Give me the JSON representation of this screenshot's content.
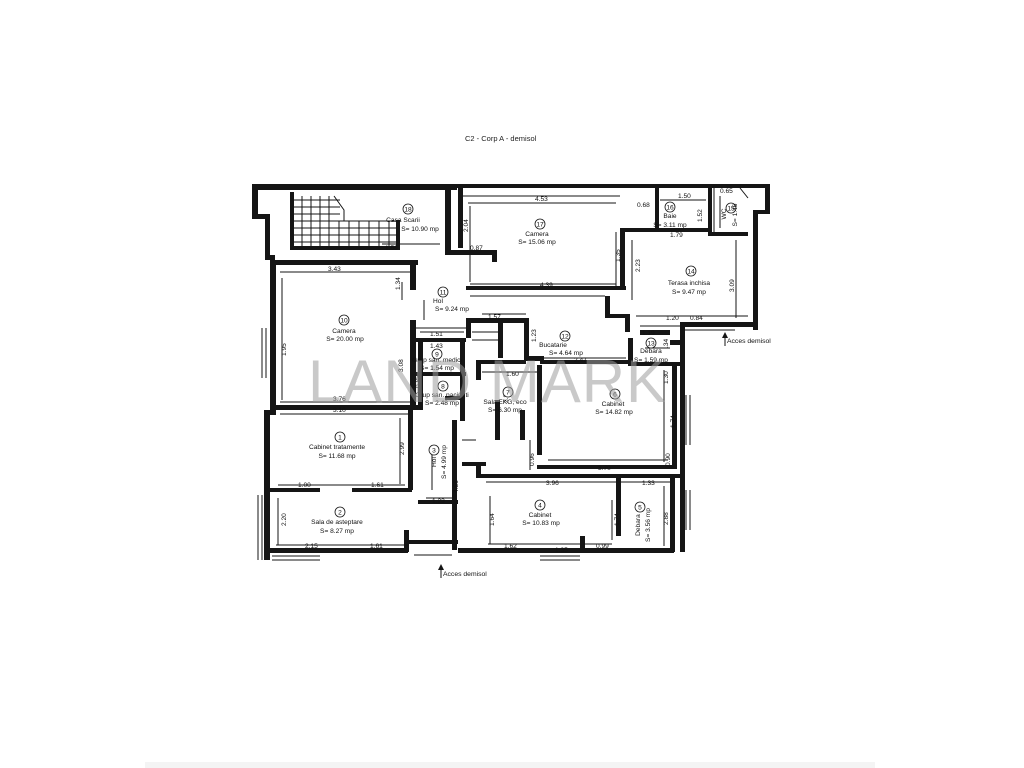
{
  "title": "C2 - Corp A - demisol",
  "watermark": "LAND MARK",
  "access_label_1": "Acces demisol",
  "access_label_2": "Acces demisol",
  "rooms": [
    {
      "no": "1",
      "name": "Cabinet tratamente",
      "area": "S= 11.68 mp"
    },
    {
      "no": "2",
      "name": "Sala de asteptare",
      "area": "S= 8.27 mp"
    },
    {
      "no": "3",
      "name": "Hol",
      "area": "S= 4.99 mp"
    },
    {
      "no": "4",
      "name": "Cabinet",
      "area": "S= 10.83 mp"
    },
    {
      "no": "5",
      "name": "Debara",
      "area": "S= 3.56 mp"
    },
    {
      "no": "6",
      "name": "Cabinet",
      "area": "S= 14.82 mp"
    },
    {
      "no": "7",
      "name": "Sala EKG, eco",
      "area": "S= 6.30 mp"
    },
    {
      "no": "8",
      "name": "Grup san. pacienti",
      "area": "S= 2.48 mp"
    },
    {
      "no": "9",
      "name": "Grup san. medici",
      "area": "S= 1.54 mp"
    },
    {
      "no": "10",
      "name": "Camera",
      "area": "S= 20.00 mp"
    },
    {
      "no": "11",
      "name": "Hol",
      "area": "S= 9.24 mp"
    },
    {
      "no": "12",
      "name": "Bucatarie",
      "area": "S= 4.64 mp"
    },
    {
      "no": "13",
      "name": "Debara",
      "area": "S= 1.59 mp"
    },
    {
      "no": "14",
      "name": "Terasa inchisa",
      "area": "S= 9.47 mp"
    },
    {
      "no": "15",
      "name": "WC",
      "area": "S= 1.46"
    },
    {
      "no": "16",
      "name": "Baie",
      "area": "S= 3.11 mp"
    },
    {
      "no": "17",
      "name": "Camera",
      "area": "S= 15.06 mp"
    },
    {
      "no": "18",
      "name": "Casa Scarii",
      "area": "S= 10.90 mp"
    }
  ],
  "dims": [
    "4.53",
    "0.68",
    "1.50",
    "0.65",
    "1.52",
    "1.79",
    "2.04",
    "0.87",
    "1.58",
    "3.43",
    "1.34",
    "1.35",
    "2.23",
    "4.39",
    "3.09",
    "1.57",
    "1.51",
    "1.23",
    "1.19",
    "1.20",
    "0.84",
    "1.43",
    ".34",
    "2.47",
    "1.60",
    "1.30",
    "3.08",
    "0.85",
    "1.95",
    "3.76",
    "3.10",
    "2.30",
    "1.74",
    "2.99",
    "0.96",
    "3.70",
    "0.90",
    "1.00",
    "1.61",
    "1.23",
    "4.56",
    "3.96",
    "1.33",
    "2.20",
    "1.64",
    "2.88",
    "1.74",
    "2.15",
    "1.61",
    "1.62",
    "1.35",
    "0.99"
  ]
}
